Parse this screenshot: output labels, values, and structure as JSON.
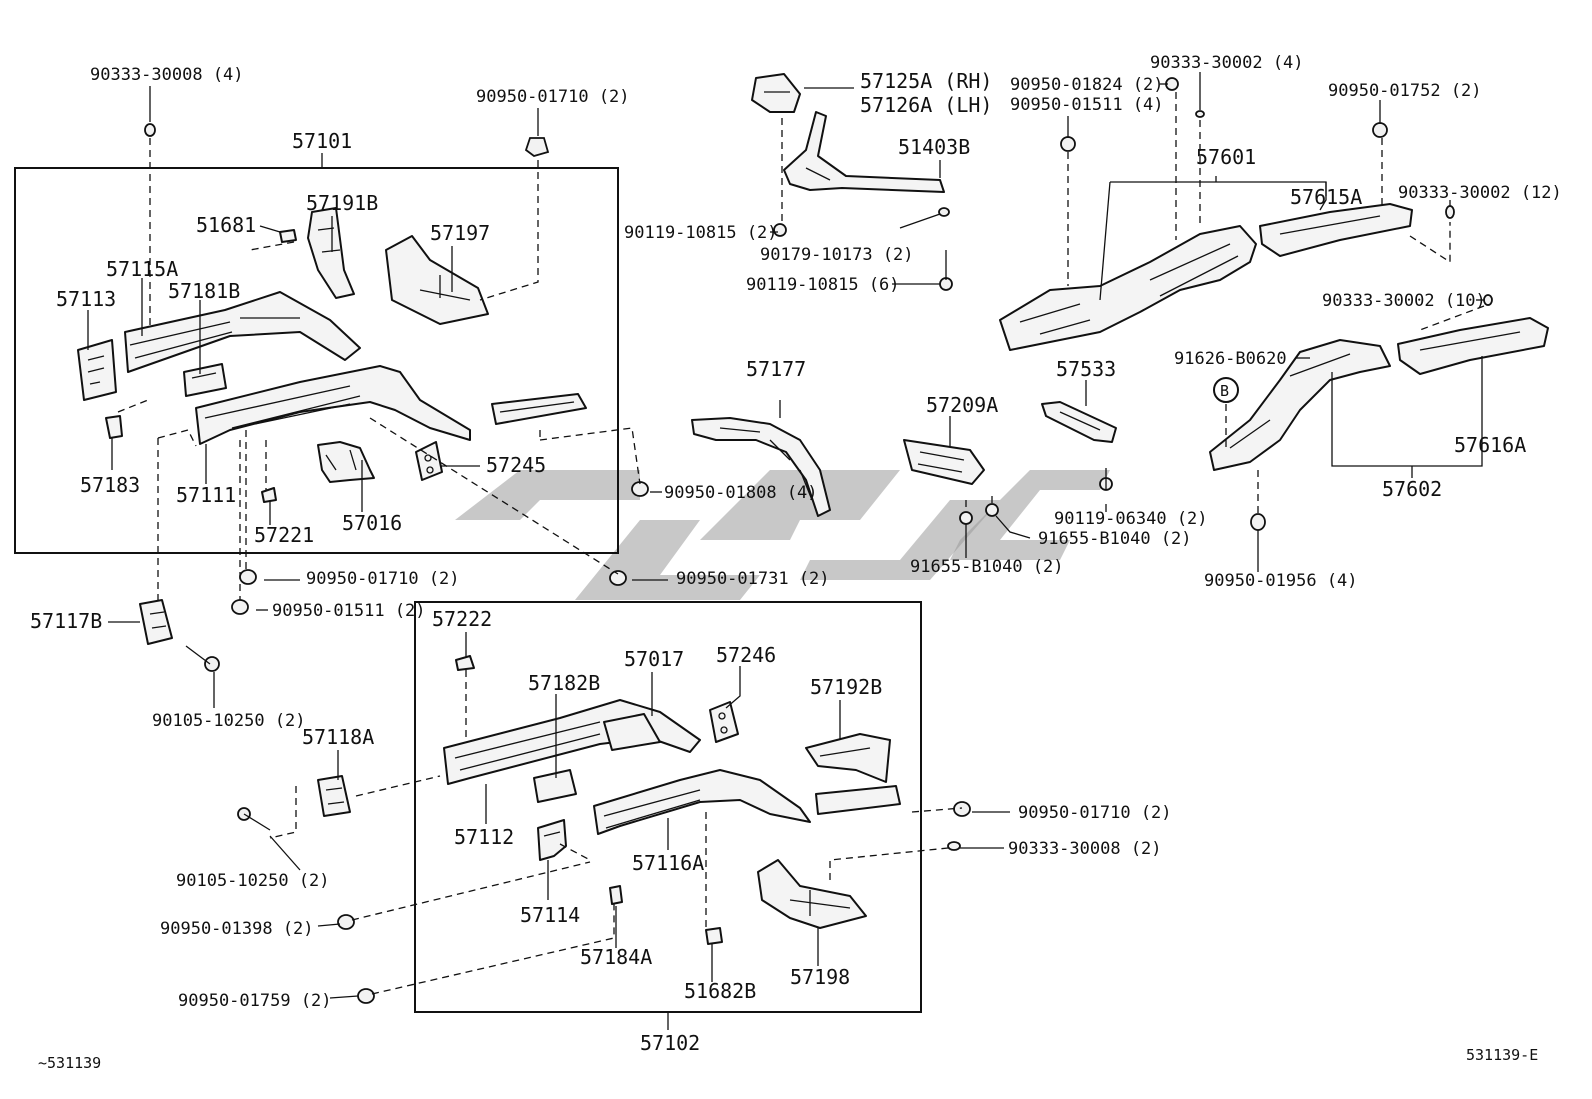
{
  "diagram": {
    "corner_ref_left": "~531139",
    "corner_ref_right": "531139-E",
    "watermark": "unreadable glyph mark",
    "callout_letter": "B",
    "groups": {
      "front_left_assembly": "57101",
      "front_right_assembly": "57102",
      "rear_left_member": "57601",
      "rear_right_member": "57602"
    },
    "parts": [
      "57113",
      "57115A",
      "57181B",
      "51681",
      "57191B",
      "57197",
      "57111",
      "57183",
      "57221",
      "57016",
      "57245",
      "57117B",
      "57118A",
      "57222",
      "57182B",
      "57017",
      "57246",
      "57192B",
      "57112",
      "57116A",
      "57114",
      "57184A",
      "51682B",
      "57198",
      "57125A (RH)",
      "57126A (LH)",
      "51403B",
      "57177",
      "57209A",
      "57533",
      "57615A",
      "57616A"
    ],
    "fasteners": [
      "90333-30008 (4)",
      "90950-01710 (2)",
      "90950-01710 (2)",
      "90950-01511 (2)",
      "90105-10250 (2)",
      "90105-10250 (2)",
      "90950-01398 (2)",
      "90950-01759 (2)",
      "90950-01710 (2)",
      "90333-30008 (2)",
      "90950-01731 (2)",
      "90950-01808 (4)",
      "90119-10815 (2)",
      "90179-10173 (2)",
      "90119-10815 (6)",
      "90950-01824 (2)",
      "90950-01511 (4)",
      "90333-30002 (4)",
      "90950-01752 (2)",
      "90333-30002 (12)",
      "90333-30002 (10)",
      "91626-B0620",
      "90119-06340 (2)",
      "91655-B1040 (2)",
      "91655-B1040 (2)",
      "90950-01956 (4)"
    ]
  }
}
